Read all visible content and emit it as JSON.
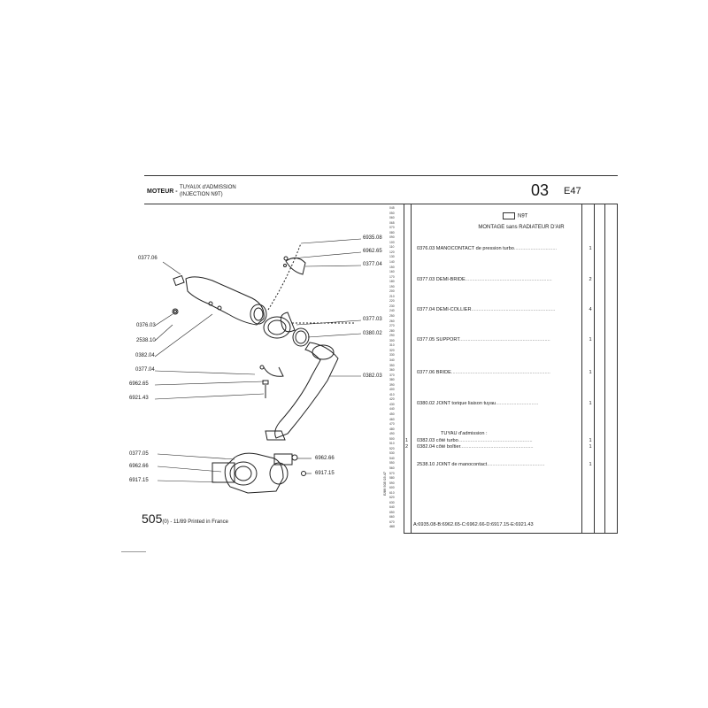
{
  "header": {
    "section": "MOTEUR",
    "title_line1": "TUYAUX d'ADMISSION",
    "title_line2": "(INJECTION N9T)",
    "page_number": "03",
    "page_code": "E47"
  },
  "table_header": {
    "engine_code": "N9T",
    "subtitle": "MONTAGE sans RADIATEUR D'AIR"
  },
  "parts": [
    {
      "ref": "0376.03",
      "label": "MANOCONTACT de pression turbo",
      "qty": "1"
    },
    {
      "ref": "0377.03",
      "label": "DEMI-BRIDE",
      "qty": "2"
    },
    {
      "ref": "0377.04",
      "label": "DEMI-COLLIER",
      "qty": "4"
    },
    {
      "ref": "0377.05",
      "label": "SUPPORT",
      "qty": "1"
    },
    {
      "ref": "0377.06",
      "label": "BRIDE",
      "qty": "1"
    },
    {
      "ref": "0380.02",
      "label": "JOINT torique liaison tuyau",
      "qty": "1"
    },
    {
      "ref": "",
      "label": "TUYAU d'admission :",
      "qty": ""
    },
    {
      "ref": "0382.03",
      "label": "côté turbo",
      "qty": "1",
      "variant": "1"
    },
    {
      "ref": "0382.04",
      "label": "côté boîtier",
      "qty": "1",
      "variant": "2"
    },
    {
      "ref": "2538.10",
      "label": "JOINT de manocontact",
      "qty": "1"
    }
  ],
  "footnote": "A:6935.08-B:6962.65-C:6962.66-D:6917.15-E:6921.43",
  "diagram_refs_left": [
    "0377.06",
    "0376.03",
    "2538.10",
    "0382.04",
    "0377.04",
    "6962.65",
    "6921.43",
    "0377.05",
    "6962.66",
    "6917.15"
  ],
  "diagram_refs_right": [
    "6935.08",
    "6962.65",
    "0377.04",
    "0377.03",
    "0380.02",
    "0382.03",
    "6962.66",
    "6917.15"
  ],
  "side_code": "E/89 505 03.47",
  "ruler_numbers": [
    "045",
    "050",
    "060",
    "065",
    "070",
    "080",
    "090",
    "100",
    "110",
    "120",
    "130",
    "140",
    "150",
    "160",
    "170",
    "180",
    "190",
    "200",
    "210",
    "220",
    "230",
    "240",
    "250",
    "260",
    "270",
    "280",
    "290",
    "300",
    "310",
    "320",
    "330",
    "340",
    "350",
    "360",
    "370",
    "380",
    "390",
    "400",
    "410",
    "420",
    "430",
    "440",
    "450",
    "460",
    "470",
    "480",
    "490",
    "500",
    "510",
    "520",
    "530",
    "540",
    "550",
    "560",
    "570",
    "580",
    "590",
    "600",
    "610",
    "620",
    "630",
    "640",
    "650",
    "660",
    "670"
  ],
  "ruler_bottom": "460",
  "footer": {
    "model": "505",
    "print_note": "(0) - 11/89 Printed in France"
  }
}
